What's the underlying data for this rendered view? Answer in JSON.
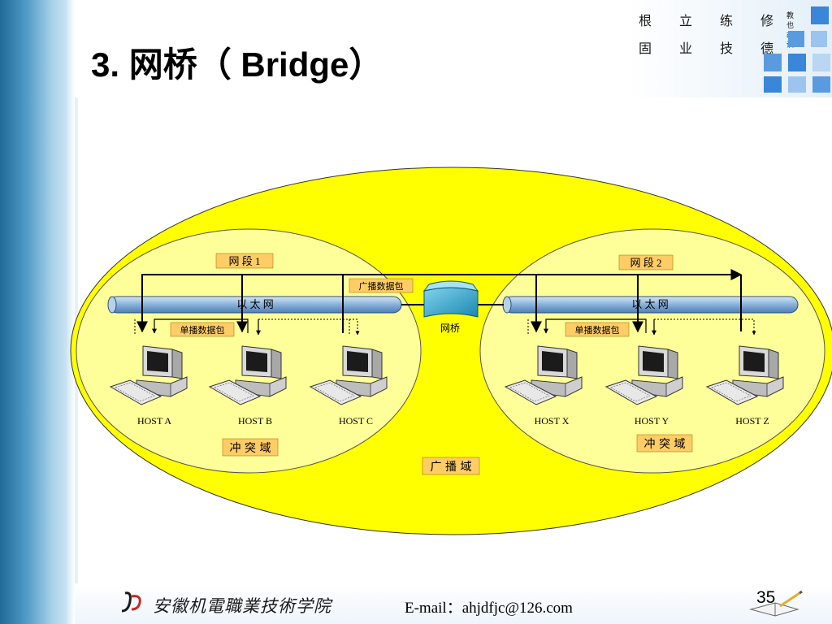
{
  "slide": {
    "title": "3.  网桥（ Bridge）",
    "motto": [
      "根",
      "立",
      "练",
      "修",
      "固",
      "业",
      "技",
      "德",
      "教",
      "也",
      "故",
      "训"
    ],
    "footer_school": "安徽机電職業技術学院",
    "footer_email": "E-mail：ahjdfjc@126.com",
    "page_number": "35",
    "accent_color": "#3a86d8"
  },
  "diagram": {
    "segment1_label": "网 段 1",
    "segment2_label": "网 段 2",
    "ethernet_label_left": "以   太   网",
    "ethernet_label_right": "以   太   网",
    "broadcast_packet_label": "广播数据包",
    "unicast_packet_label_left": "单播数据包",
    "unicast_packet_label_right": "单播数据包",
    "bridge_label": "网桥",
    "collision_domain_left": "冲 突 域",
    "collision_domain_right": "冲 突 域",
    "broadcast_domain": "广 播 域",
    "hosts": [
      "HOST A",
      "HOST B",
      "HOST C",
      "HOST X",
      "HOST Y",
      "HOST Z"
    ],
    "colors": {
      "broadcast_domain_fill": "#ffff00",
      "collision_domain_fill": "#ffff99",
      "cable_fill": "#8fb6dc",
      "bridge_fill": "#33a6c9",
      "label_fill": "#ffcc66"
    }
  }
}
